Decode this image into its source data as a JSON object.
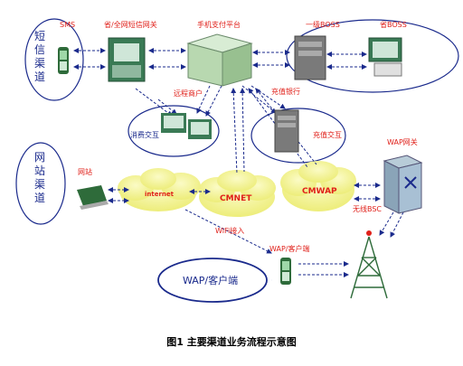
{
  "caption": "图1 主要渠道业务流程示意图",
  "channels": {
    "sms_channel": "短信渠道",
    "web_channel": "网站渠道"
  },
  "nodes": {
    "sms": "SMS",
    "gateway": "省/全网短信网关",
    "payment_platform": "手机支付平台",
    "boss_level1": "一级BOSS",
    "boss_prov": "省BOSS",
    "remote_merchant": "远程商户",
    "recharge_bank": "充值银行",
    "consume": "消费交互",
    "recharge": "充值交互",
    "website": "网站",
    "internet": "internet",
    "cmnet": "CMNET",
    "cmwap": "CMWAP",
    "wap_gateway": "WAP网关",
    "wireless_bsc": "无线BSC",
    "wifi": "WiFi接入",
    "wap_client_label": "WAP/客户端",
    "wap_client_box": "WAP/客户端"
  },
  "colors": {
    "label_red": "#e0201a",
    "label_blue": "#1a2a8c",
    "cloud": "#f4f49a",
    "ellipse": "#1a2a8c",
    "arrow": "#1a2a8c",
    "caption": "#000000"
  }
}
